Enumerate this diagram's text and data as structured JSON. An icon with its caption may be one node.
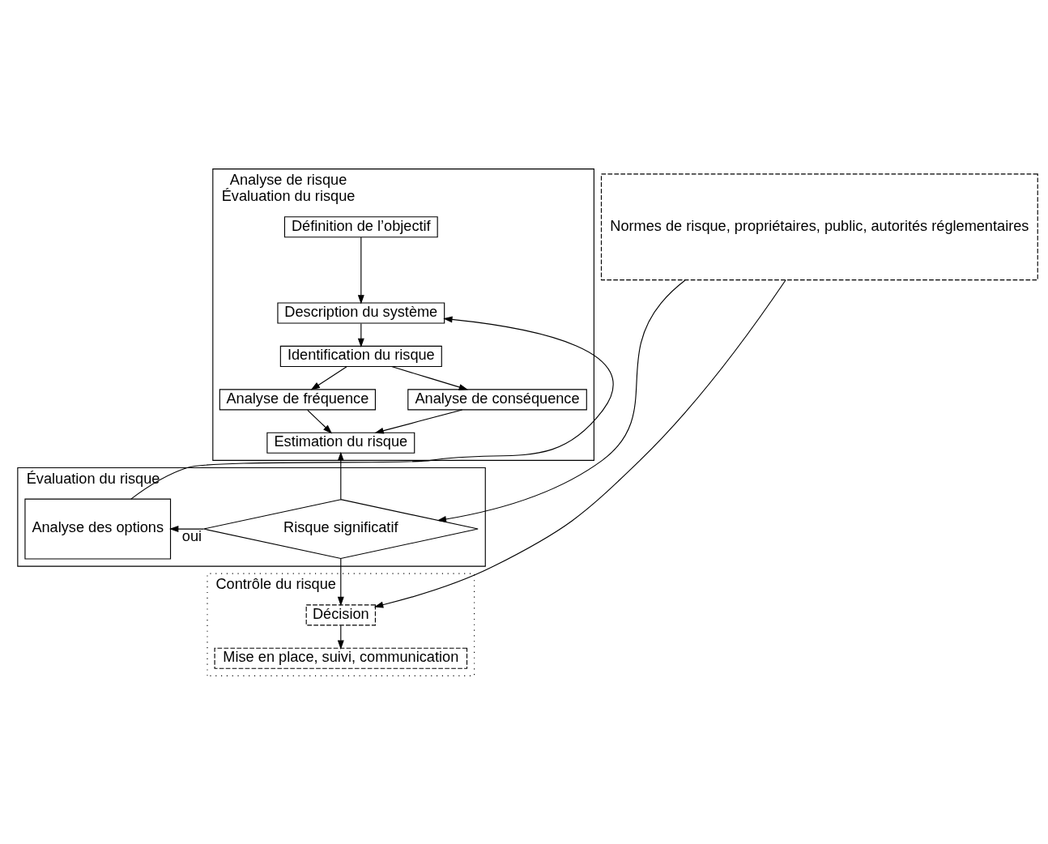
{
  "diagram": {
    "nodes": [
      {
        "text": [
          "Analyse de risque",
          "Évaluation du risque"
        ]
      },
      {
        "text": [
          "Définition de l’objectif"
        ],
        "in": 0
      },
      {
        "text": [
          "Description du système"
        ],
        "in": 0
      },
      {
        "text": [
          "Identification du risque"
        ],
        "in": 0
      },
      {
        "text": [
          "Analyse de fréquence"
        ],
        "in": 0
      },
      {
        "text": [
          "Analyse de conséquence"
        ],
        "in": 0
      },
      {
        "text": [
          "Estimation du risque"
        ],
        "in": 0
      },
      {
        "text": [
          "Évaluation du risque"
        ]
      },
      {
        "text": [
          "Analyse des options"
        ],
        "in": 7
      },
      {
        "text": [
          "Risque significatif"
        ],
        "in": 7
      },
      {
        "text": [
          "Contrôle du risque"
        ]
      },
      {
        "text": [
          "Décision"
        ],
        "in": 10
      },
      {
        "text": [
          "Mise en place, suivi, communication"
        ],
        "in": 10
      },
      {
        "text": [
          "Normes de risque, propriétaires, public, autorités réglementaires"
        ]
      }
    ],
    "edges": [
      {
        "from": 1,
        "to": 2,
        "arrow": "to"
      },
      {
        "from": 2,
        "to": 3,
        "arrow": "to"
      },
      {
        "from": 3,
        "to": 4,
        "arrow": "to"
      },
      {
        "from": 3,
        "to": 5,
        "arrow": "to"
      },
      {
        "from": 4,
        "to": 6,
        "arrow": "to"
      },
      {
        "from": 5,
        "to": 6,
        "arrow": "to"
      },
      {
        "from": 9,
        "to": 6,
        "arrow": "to"
      },
      {
        "from": 9,
        "to": 8,
        "arrow": "to",
        "label": "oui"
      },
      {
        "from": 8,
        "to": 2,
        "arrow": "to"
      },
      {
        "from": 9,
        "to": 11,
        "arrow": "to"
      },
      {
        "from": 11,
        "to": 12,
        "arrow": "to"
      },
      {
        "from": 13,
        "to": 9,
        "arrow": "to"
      },
      {
        "from": 13,
        "to": 11,
        "arrow": "to"
      }
    ]
  }
}
